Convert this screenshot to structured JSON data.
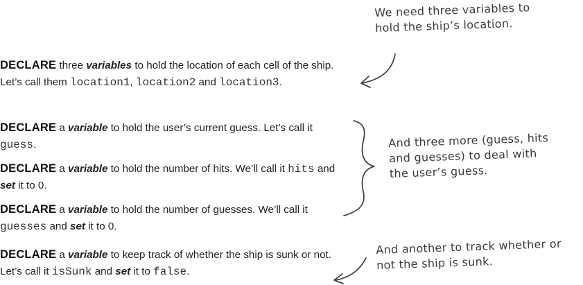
{
  "annotations": {
    "top_line1": "We need three variables to",
    "top_line2": "hold the ship’s location.",
    "middle_line1": "And three more (guess, hits",
    "middle_line2": "and guesses) to deal with",
    "middle_line3": "the user’s guess.",
    "bottom_line1": "And another to track whether or",
    "bottom_line2": "not the ship is sunk."
  },
  "paragraphs": {
    "p1": {
      "keyword": "DECLARE",
      "t1": " three ",
      "em1": "variables",
      "t2": " to hold the location of each cell of the ship. Let’s call them ",
      "c1": "location1",
      "t3": ", ",
      "c2": "location2",
      "t4": " and ",
      "c3": "location3",
      "t5": "."
    },
    "p2": {
      "keyword": "DECLARE",
      "t1": " a ",
      "em1": "variable",
      "t2": " to hold the user’s current guess. Let’s call it ",
      "c1": "guess",
      "t3": "."
    },
    "p3": {
      "keyword": "DECLARE",
      "t1": " a ",
      "em1": "variable",
      "t2": " to hold the number of hits. We’ll call it ",
      "c1": "hits",
      "t3": " and ",
      "em2": "set",
      "t4": " it to 0."
    },
    "p4": {
      "keyword": "DECLARE",
      "t1": " a ",
      "em1": "variable",
      "t2": " to hold the number of guesses. We’ll call it ",
      "c1": "guesses",
      "t3": " and ",
      "em2": "set",
      "t4": " it to 0."
    },
    "p5": {
      "keyword": "DECLARE",
      "t1": " a ",
      "em1": "variable",
      "t2": " to keep track of whether the ship is sunk or not. Let’s call it ",
      "c1": "isSunk",
      "t3": " and ",
      "em2": "set",
      "t4": " it to ",
      "c2": "false",
      "t5": "."
    }
  }
}
